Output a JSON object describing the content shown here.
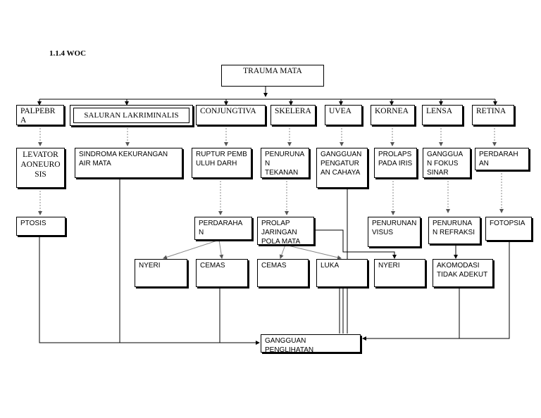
{
  "heading": "1.1.4 WOC",
  "root": "TRAUMA MATA",
  "level1": [
    "PALPEBRA",
    "SALURAN LAKRIMINALIS",
    "CONJUNGTIVA",
    "SKELERA",
    "UVEA",
    "KORNEA",
    "LENSA",
    "RETINA"
  ],
  "level2": [
    "LEVATOR AONEURO SIS",
    "SINDROMA KEKURANGAN AIR MATA",
    "RUPTUR PEMBULUH DARH",
    "PENURUNA N TEKANAN",
    "GANGGUAN PENGATUR AN CAHAYA",
    "PROLAPS PADA IRIS",
    "GANGGUA N FOKUS SINAR",
    "PERDARAH AN"
  ],
  "level3": [
    "PTOSIS",
    "PERDARAHA N",
    "PROLAP JARINGAN POLA MATA",
    "PENURUNAN VISUS",
    "PENURUNA N REFRAKSI",
    "FOTOPSIA"
  ],
  "level4": [
    "NYERI",
    "CEMAS",
    "CEMAS",
    "LUKA",
    "NYERI",
    "AKOMODASI TIDAK ADEKUT"
  ],
  "sink": "GANGGUAN PENGLIHATAN"
}
